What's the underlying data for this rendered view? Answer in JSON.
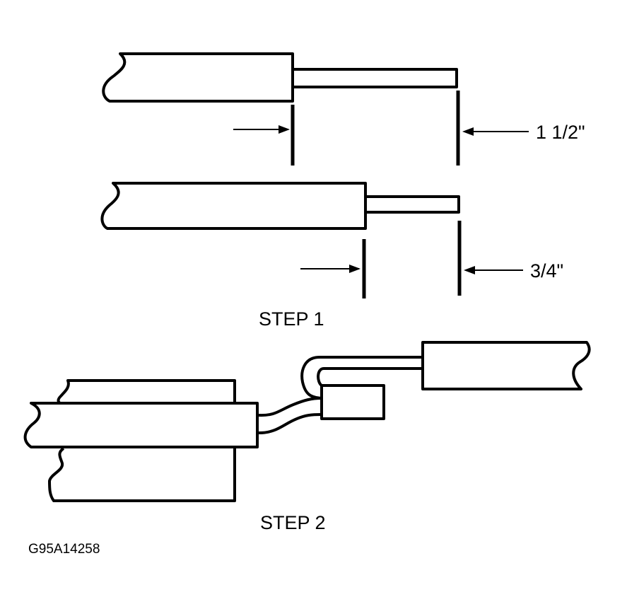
{
  "dimensions": {
    "step1_long": "1 1/2\"",
    "step1_short": "3/4\""
  },
  "labels": {
    "step1": "STEP 1",
    "step2": "STEP 2"
  },
  "figure_code": "G95A14258"
}
